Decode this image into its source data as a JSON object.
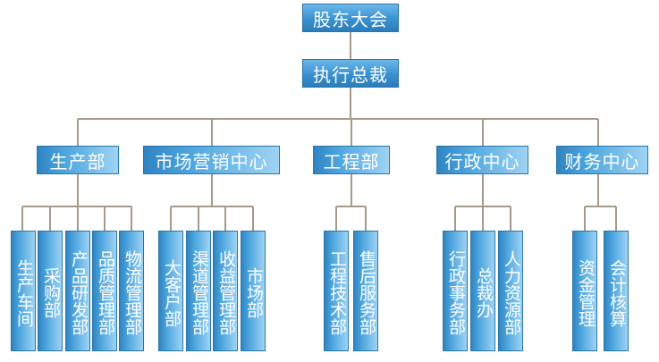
{
  "root": "股东大会",
  "ceo": "执行总裁",
  "departments": [
    {
      "label": "生产部",
      "children": [
        "生产车间",
        "采购部",
        "产品研发部",
        "品质管理部",
        "物流管理部"
      ]
    },
    {
      "label": "市场营销中心",
      "children": [
        "大客户部",
        "渠道管理部",
        "收益管理部",
        "市场部"
      ]
    },
    {
      "label": "工程部",
      "children": [
        "工程技术部",
        "售后服务部"
      ]
    },
    {
      "label": "行政中心",
      "children": [
        "行政事务部",
        "总裁办",
        "人力资源部"
      ]
    },
    {
      "label": "财务中心",
      "children": [
        "资金管理",
        "会计核算"
      ]
    }
  ],
  "colors": {
    "line": "#a59a88",
    "box_dark": "#2f84c2",
    "box_light": "#9fd3f3"
  }
}
